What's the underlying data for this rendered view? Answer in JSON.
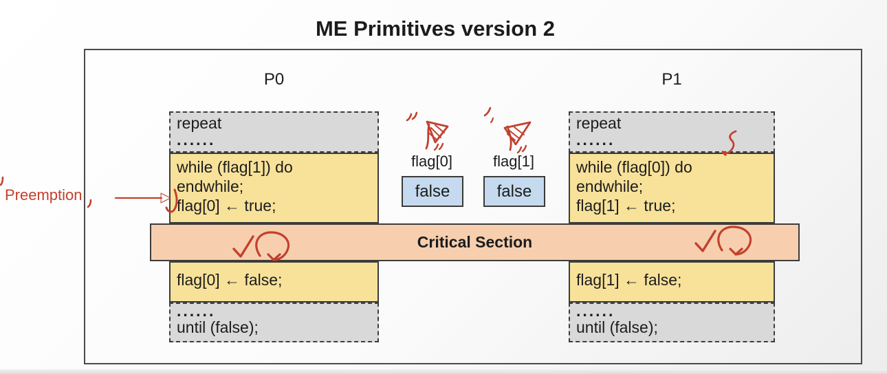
{
  "title": "ME Primitives version 2",
  "colors": {
    "annotation_red": "#c2402e",
    "code_block_yellow": "#f8e29a",
    "loop_block_gray": "#d9d9d9",
    "critical_section_peach": "#f7cfae",
    "flag_value_blue": "#c5daee",
    "border_dark": "#3c3c3c"
  },
  "processes": [
    {
      "name": "P0",
      "loop_top": {
        "line1": "repeat",
        "line2": "......"
      },
      "entry": {
        "line1": "while (flag[1]) do",
        "line2": "endwhile;",
        "line3": "flag[0] ← true;"
      },
      "exit": {
        "line1": "flag[0] ← false;"
      },
      "loop_bottom": {
        "line1": "......",
        "line2": "until (false);"
      }
    },
    {
      "name": "P1",
      "loop_top": {
        "line1": "repeat",
        "line2": "......"
      },
      "entry": {
        "line1": "while (flag[0]) do",
        "line2": "endwhile;",
        "line3": "flag[1] ← true;"
      },
      "exit": {
        "line1": "flag[1] ← false;"
      },
      "loop_bottom": {
        "line1": "......",
        "line2": "until (false);"
      }
    }
  ],
  "critical_section_label": "Critical Section",
  "shared_flags": [
    {
      "label": "flag[0]",
      "value": "false"
    },
    {
      "label": "flag[1]",
      "value": "false"
    }
  ],
  "annotations": {
    "preemption_label": "Preemption",
    "doodles": [
      "preemption-arrow",
      "preemption-hook-mark",
      "pennant-doodle-over-flag0",
      "pennant-doodle-over-flag1",
      "checkmark-and-loop-left",
      "checkmark-and-loop-right",
      "context-switch-squiggle-p1"
    ]
  }
}
